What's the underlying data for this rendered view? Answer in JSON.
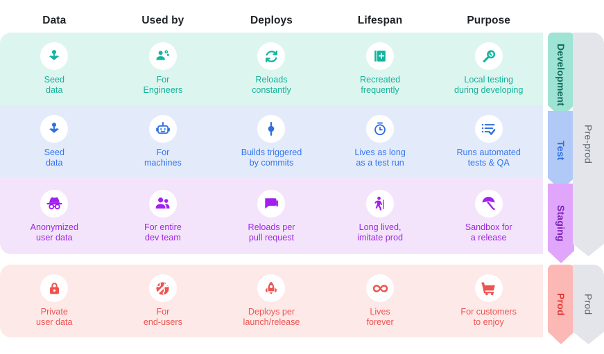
{
  "columns": [
    "Data",
    "Used by",
    "Deploys",
    "Lifespan",
    "Purpose"
  ],
  "rows": [
    {
      "stage": "Development",
      "group": "Pre-prod",
      "accent": "#14b39a",
      "band_bg": "#ddf5ef",
      "arrow_bg": "#9fe3d4",
      "cells": [
        {
          "icon": "flower-seedling-icon",
          "label": "Seed\ndata"
        },
        {
          "icon": "engineer-gears-icon",
          "label": "For\nEngineers"
        },
        {
          "icon": "refresh-loop-icon",
          "label": "Reloads\nconstantly"
        },
        {
          "icon": "add-copy-icon",
          "label": "Recreated\nfrequently"
        },
        {
          "icon": "wrench-icon",
          "label": "Local testing\nduring developing"
        }
      ]
    },
    {
      "stage": "Test",
      "group": "Pre-prod",
      "accent": "#3576ef",
      "band_bg": "#e3ebfb",
      "arrow_bg": "#b0c9f6",
      "cells": [
        {
          "icon": "flower-seedling-icon",
          "label": "Seed\ndata"
        },
        {
          "icon": "robot-icon",
          "label": "For\nmachines"
        },
        {
          "icon": "commit-node-icon",
          "label": "Builds triggered\nby commits"
        },
        {
          "icon": "stopwatch-icon",
          "label": "Lives as long\nas a test run"
        },
        {
          "icon": "checklist-icon",
          "label": "Runs automated\ntests & QA"
        }
      ]
    },
    {
      "stage": "Staging",
      "group": "Pre-prod",
      "accent": "#9c2ae0",
      "band_bg": "#f4e4fb",
      "arrow_bg": "#e0a6fb",
      "cells": [
        {
          "icon": "incognito-icon",
          "label": "Anonymized\nuser data"
        },
        {
          "icon": "people-group-icon",
          "label": "For entire\ndev team"
        },
        {
          "icon": "chat-bubble-icon",
          "label": "Reloads per\npull request"
        },
        {
          "icon": "walking-person-icon",
          "label": "Long lived,\nimitate prod"
        },
        {
          "icon": "umbrella-icon",
          "label": "Sandbox for\na release"
        }
      ]
    },
    {
      "stage": "Prod",
      "group": "Prod",
      "accent": "#ef5350",
      "band_bg": "#fde9e8",
      "arrow_bg": "#fcb8b5",
      "cells": [
        {
          "icon": "lock-icon",
          "label": "Private\nuser data"
        },
        {
          "icon": "globe-blocked-icon",
          "label": "For\nend-users"
        },
        {
          "icon": "rocket-icon",
          "label": "Deploys per\nlaunch/release"
        },
        {
          "icon": "infinity-icon",
          "label": "Lives\nforever"
        },
        {
          "icon": "shopping-cart-icon",
          "label": "For customers\nto enjoy"
        }
      ]
    }
  ],
  "groups": [
    {
      "label": "Pre-prod",
      "color": "#5e6672"
    },
    {
      "label": "Prod",
      "color": "#5e6672"
    }
  ]
}
